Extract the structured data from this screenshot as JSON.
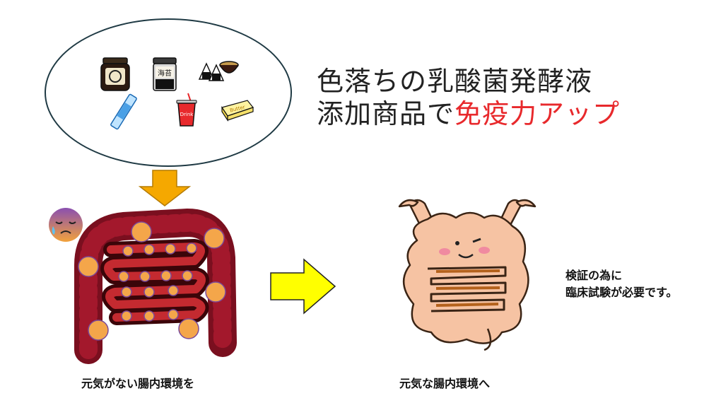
{
  "headline": {
    "line1": "色落ちの乳酸菌発酵液",
    "line2_prefix": "添加商品で",
    "line2_accent": "免疫力アップ"
  },
  "captions": {
    "unhealthy": "元気がない腸内環境を",
    "healthy": "元気な腸内環境へ"
  },
  "note": {
    "line1": "検証の為に",
    "line2": "臨床試験が必要です。"
  },
  "product_labels": {
    "seaweed_jar": "海苔",
    "cup": "Drink",
    "butter": "Butter"
  },
  "colors": {
    "accent_red": "#e8292c",
    "down_arrow": "#f5a800",
    "right_arrow": "#ffff00",
    "intestine_dark": "#7a0f1f",
    "intestine_healthy": "#f6c3a3"
  }
}
